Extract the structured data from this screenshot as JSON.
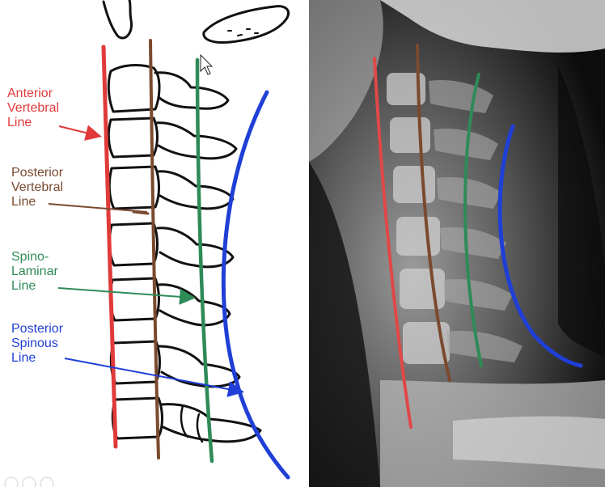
{
  "labels": {
    "anterior": {
      "lines": [
        "Anterior",
        "Vertebral",
        "Line"
      ]
    },
    "posterior": {
      "lines": [
        "Posterior",
        "Vertebral",
        "Line"
      ]
    },
    "spino": {
      "lines": [
        "Spino-",
        "Laminar",
        "Line"
      ]
    },
    "spinous": {
      "lines": [
        "Posterior",
        "Spinous",
        "Line"
      ]
    }
  },
  "colors": {
    "anterior_vertebral_line": "#e03a3a",
    "posterior_vertebral_line": "#7a4a2f",
    "spino_laminar_line": "#2e8b57",
    "posterior_spinous_line": "#1f3fd6"
  }
}
